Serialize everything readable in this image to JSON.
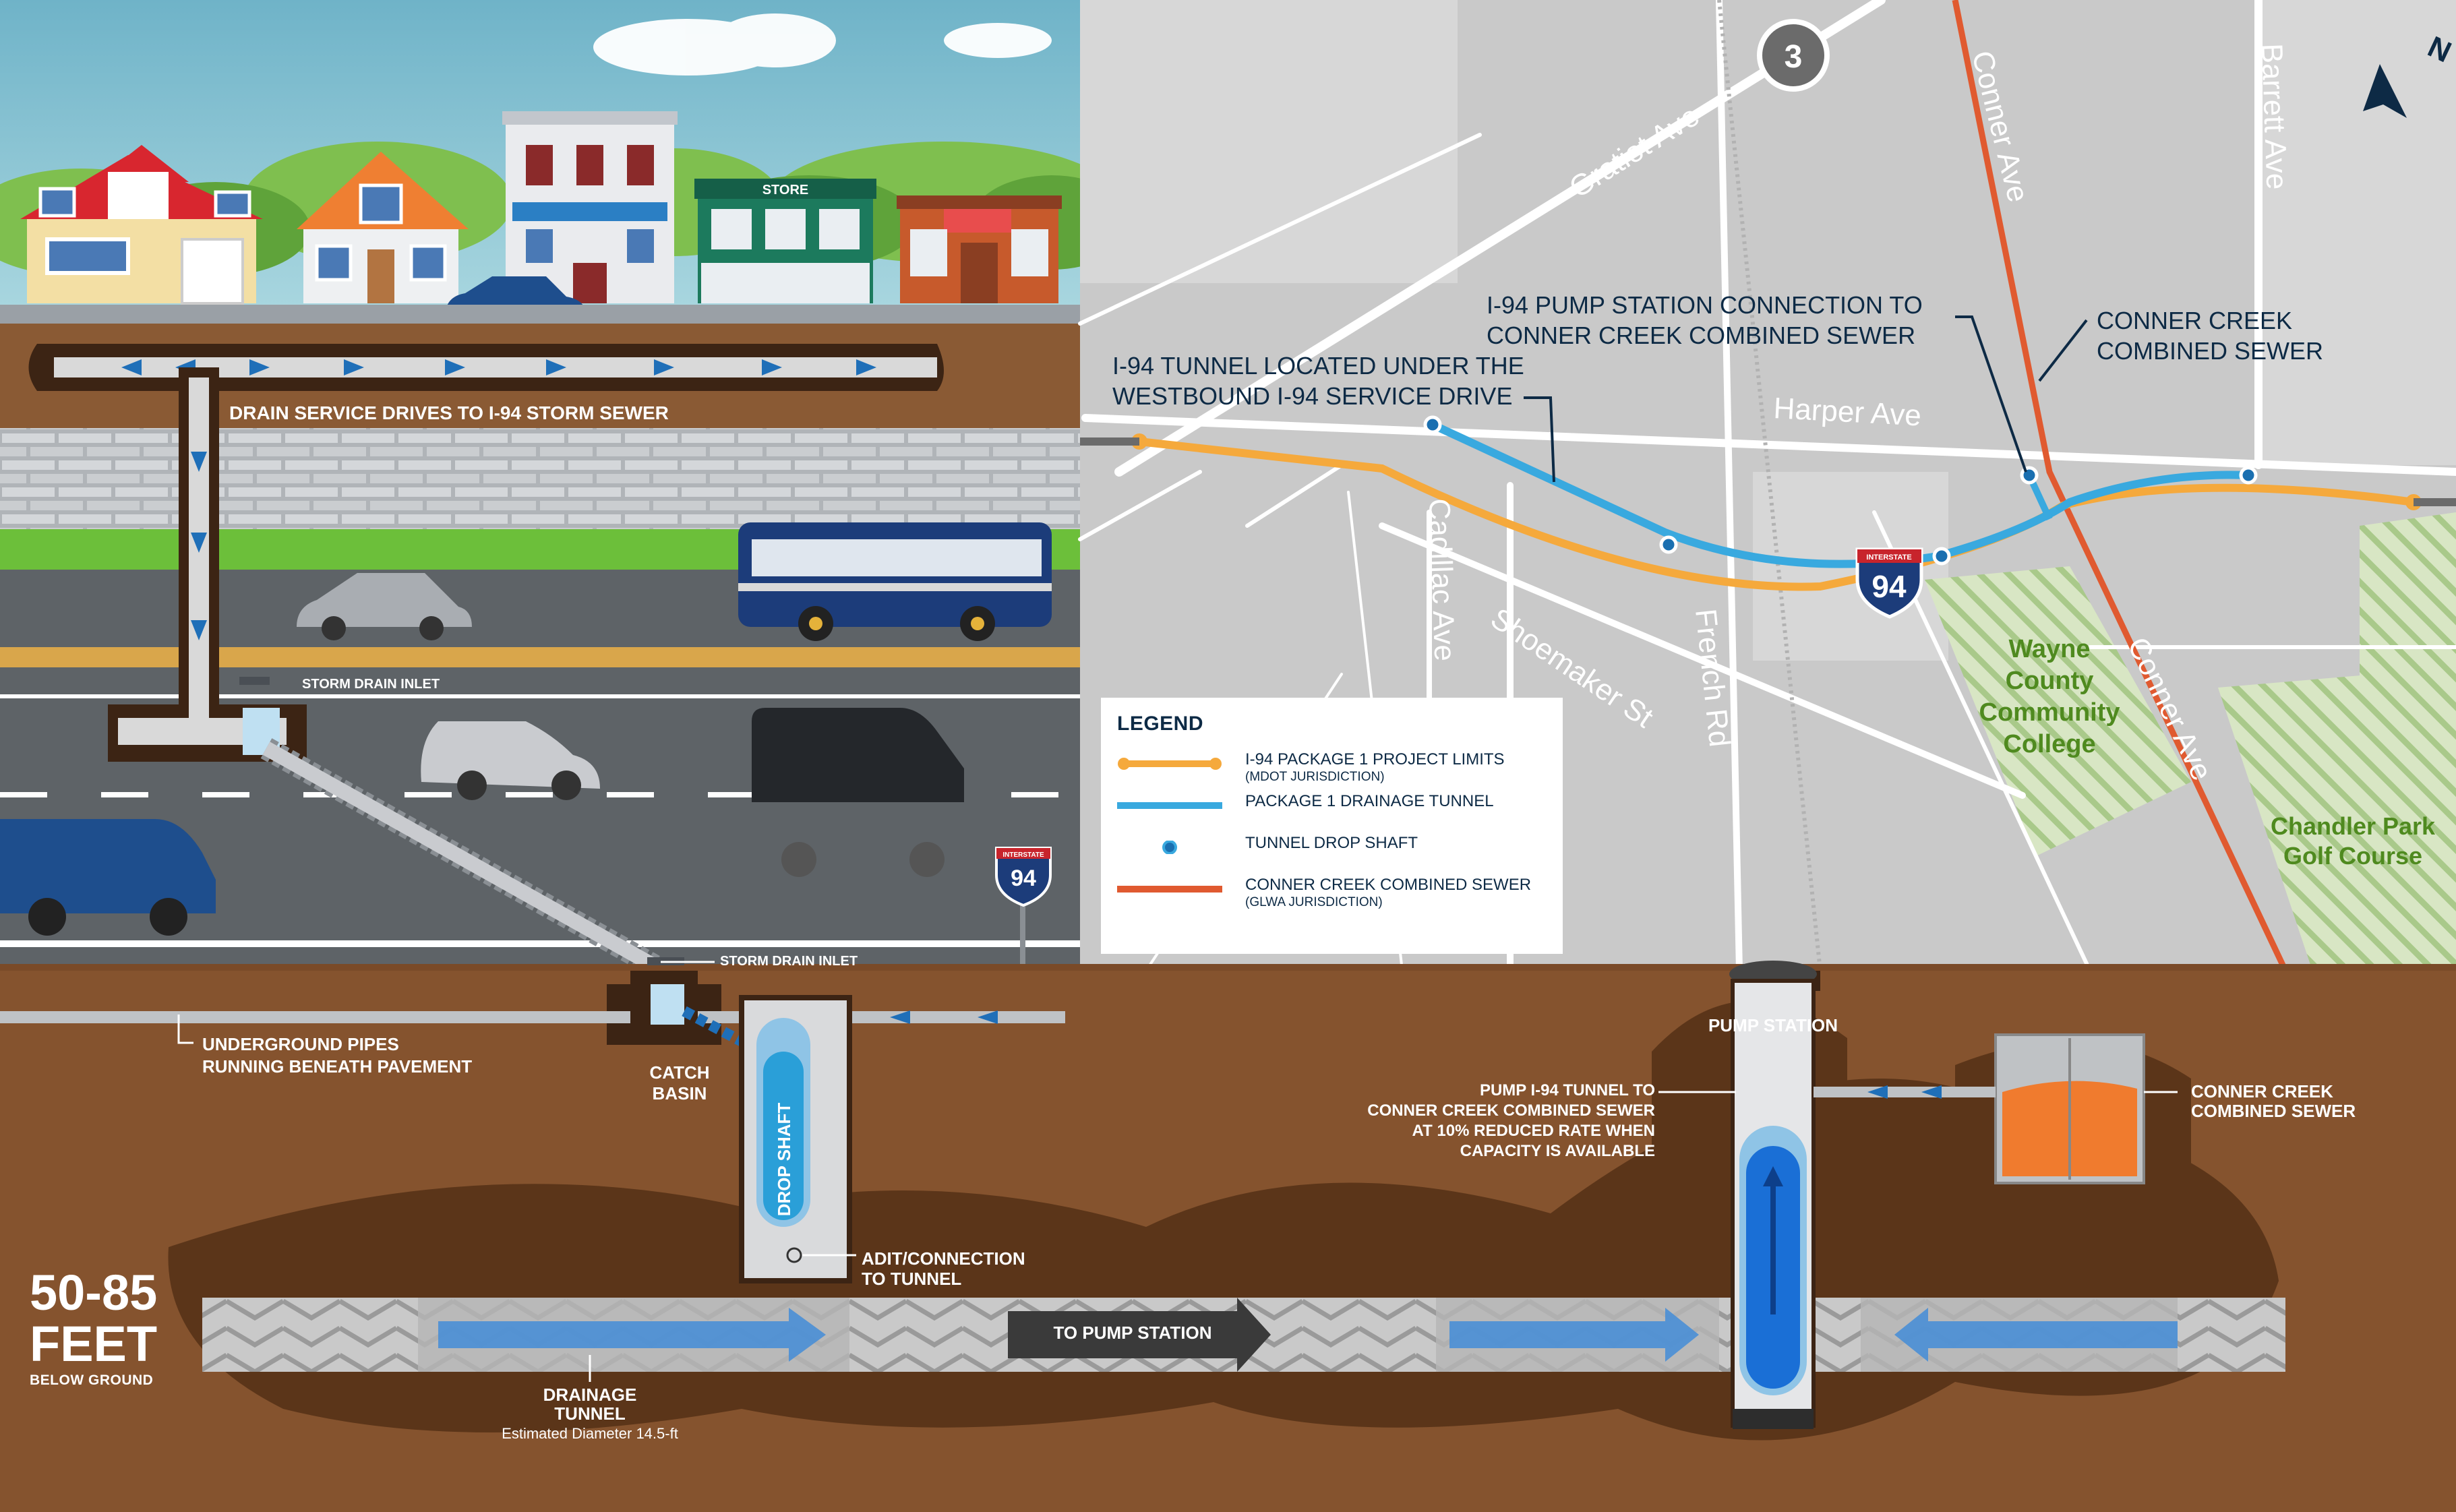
{
  "map": {
    "route_marker": "3",
    "streets": {
      "gratiot": "Gratiot Ave",
      "conner_north": "Conner Ave",
      "conner_south": "Conner Ave",
      "barrett": "Barrett Ave",
      "harper": "Harper Ave",
      "cadillac": "Cadillac Ave",
      "shoemaker": "Shoemaker St",
      "french": "French Rd"
    },
    "places": {
      "wayne_college": [
        "Wayne",
        "County",
        "Community",
        "College"
      ],
      "chandler_park": [
        "Chandler Park",
        "Golf Course"
      ]
    },
    "interstate_shield": {
      "header": "INTERSTATE",
      "number": "94"
    },
    "callouts": {
      "pump_connection": [
        "I-94 PUMP STATION CONNECTION TO",
        "CONNER CREEK COMBINED SEWER"
      ],
      "conner_creek": [
        "CONNER CREEK",
        "COMBINED SEWER"
      ],
      "tunnel_location": [
        "I-94 TUNNEL LOCATED UNDER THE",
        "WESTBOUND I-94 SERVICE DRIVE"
      ]
    },
    "colors": {
      "project_limits": "#f5a93c",
      "drainage_tunnel": "#39a9df",
      "drop_shaft": "#1a6fb0",
      "combined_sewer": "#e05a30"
    }
  },
  "legend": {
    "title": "LEGEND",
    "items": [
      {
        "label": "I-94 PACKAGE 1 PROJECT LIMITS",
        "sub": "(MDOT JURISDICTION)",
        "symbol": "orange-line"
      },
      {
        "label": "PACKAGE 1 DRAINAGE TUNNEL",
        "sub": "",
        "symbol": "blue-line"
      },
      {
        "label": "TUNNEL DROP SHAFT",
        "sub": "",
        "symbol": "drop-shaft-dot"
      },
      {
        "label": "CONNER CREEK COMBINED SEWER",
        "sub": "(GLWA JURISDICTION)",
        "symbol": "red-line"
      }
    ]
  },
  "street_scene": {
    "store_sign": "STORE",
    "drain_label": "DRAIN SERVICE DRIVES TO I-94 STORM SEWER",
    "storm_inlet_upper": "STORM DRAIN INLET",
    "storm_inlet_lower": "STORM DRAIN INLET",
    "interstate_sign": {
      "header": "INTERSTATE",
      "number": "94"
    }
  },
  "underground": {
    "pipes_label": [
      "UNDERGROUND PIPES",
      "RUNNING BENEATH PAVEMENT"
    ],
    "catch_basin": [
      "CATCH",
      "BASIN"
    ],
    "drop_shaft": "DROP SHAFT",
    "adit": [
      "ADIT/CONNECTION",
      "TO TUNNEL"
    ],
    "depth": {
      "value": "50-85",
      "unit": "FEET",
      "sub": "BELOW GROUND"
    },
    "drainage_tunnel": [
      "DRAINAGE",
      "TUNNEL"
    ],
    "tunnel_diameter": "Estimated Diameter 14.5-ft",
    "to_pump": "TO PUMP STATION",
    "pump_station": "PUMP STATION",
    "pump_desc": [
      "PUMP I-94 TUNNEL TO",
      "CONNER CREEK COMBINED SEWER",
      "AT 10% REDUCED RATE WHEN",
      "CAPACITY IS AVAILABLE"
    ],
    "conner_sewer": [
      "CONNER CREEK",
      "COMBINED SEWER"
    ]
  }
}
